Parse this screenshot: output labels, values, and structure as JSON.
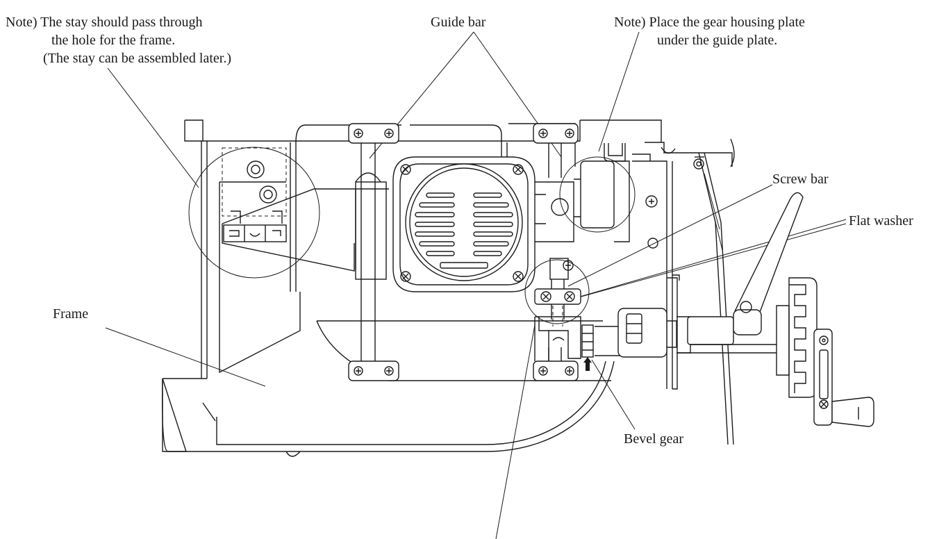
{
  "labels": {
    "note_stay_1": "Note) The stay should pass through",
    "note_stay_2": "the hole for the frame.",
    "note_stay_3": "(The stay can be assembled later.)",
    "guide_bar": "Guide bar",
    "note_gear_1": "Note) Place the gear housing plate",
    "note_gear_2": "under the guide plate.",
    "screw_bar": "Screw bar",
    "flat_washer": "Flat washer",
    "frame": "Frame",
    "bevel_gear": "Bevel gear"
  }
}
